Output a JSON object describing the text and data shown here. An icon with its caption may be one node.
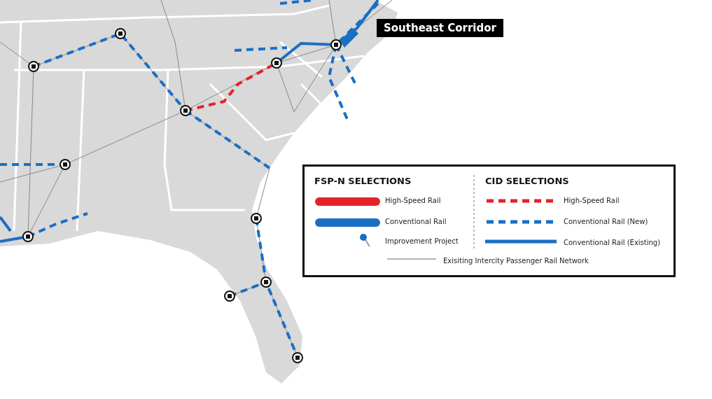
{
  "diagram": {
    "labels": [
      "Southeast Corridor",
      "FSP-N SELECTIONS",
      "CID SELECTIONS"
    ],
    "legend": [
      {
        "text": "High-Speed Rail"
      },
      {
        "text": "Conventional Rail"
      },
      {
        "text": "Improvement Project"
      },
      {
        "text": "High-Speed Rail"
      },
      {
        "text": "Conventional Rail (New)"
      },
      {
        "text": "Conventional Rail (Existing)"
      },
      {
        "text": "Exisiting Intercity Passenger Rail Network"
      }
    ]
  }
}
